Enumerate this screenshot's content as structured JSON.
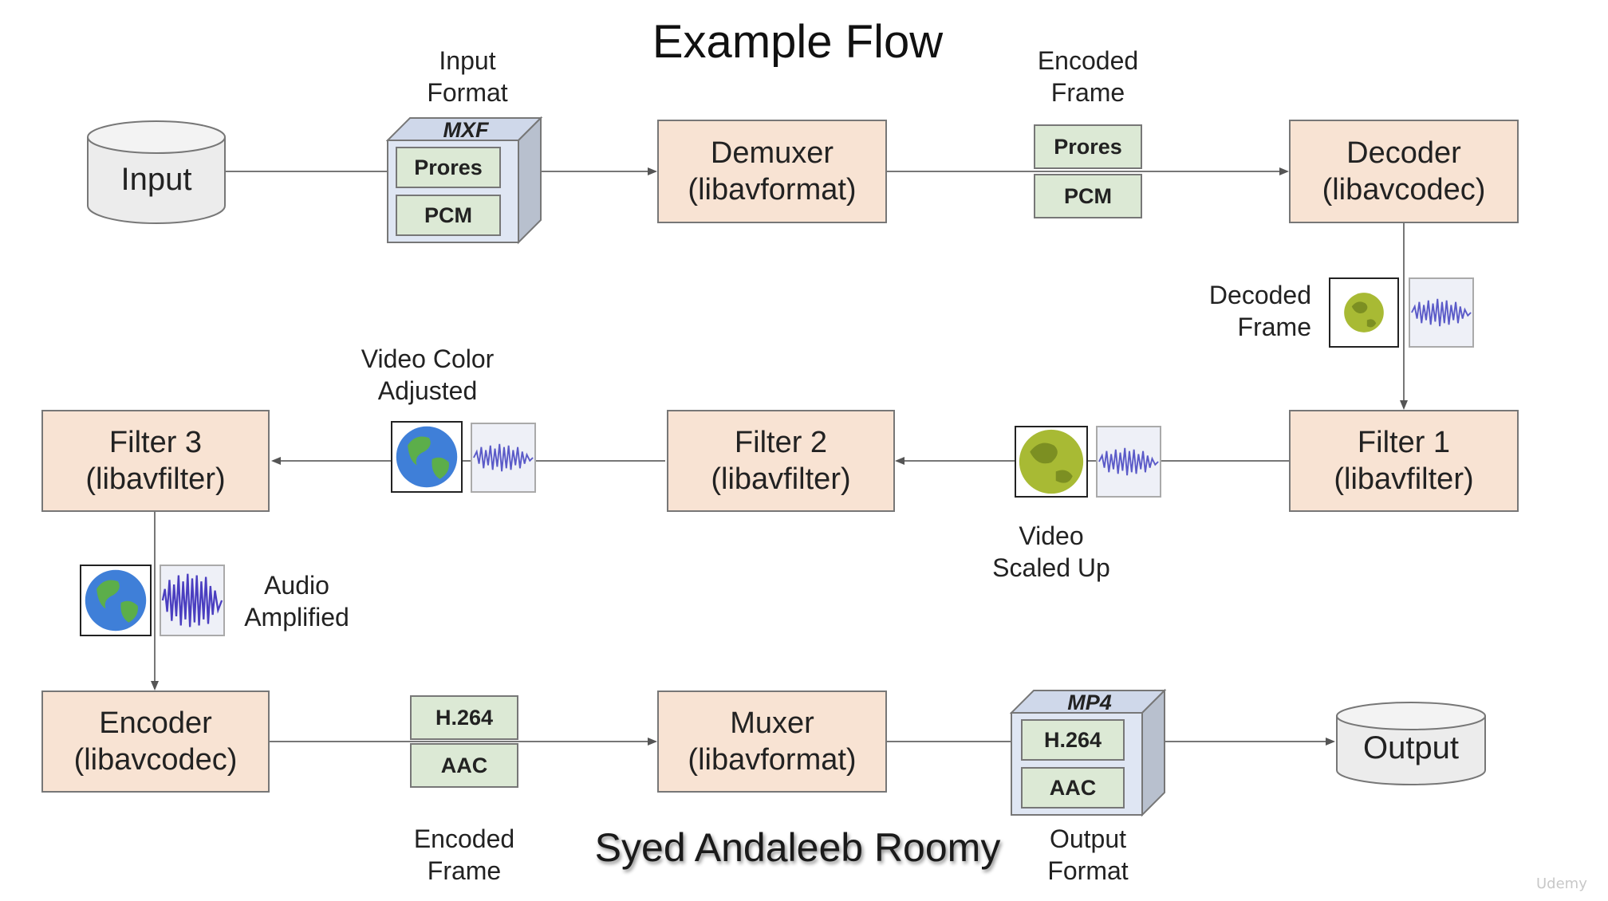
{
  "title": "Example Flow",
  "author": "Syed Andaleeb Roomy",
  "watermark": "Udemy",
  "storage": {
    "input": "Input",
    "output": "Output"
  },
  "containers": {
    "input_format": {
      "name": "MXF",
      "streams": [
        "Prores",
        "PCM"
      ],
      "caption": [
        "Input",
        "Format"
      ]
    },
    "output_format": {
      "name": "MP4",
      "streams": [
        "H.264",
        "AAC"
      ],
      "caption": [
        "Output",
        "Format"
      ]
    }
  },
  "stages": {
    "demuxer": [
      "Demuxer",
      "(libavformat)"
    ],
    "decoder": [
      "Decoder",
      "(libavcodec)"
    ],
    "filter1": [
      "Filter 1",
      "(libavfilter)"
    ],
    "filter2": [
      "Filter 2",
      "(libavfilter)"
    ],
    "filter3": [
      "Filter 3",
      "(libavfilter)"
    ],
    "encoder": [
      "Encoder",
      "(libavcodec)"
    ],
    "muxer": [
      "Muxer",
      "(libavformat)"
    ]
  },
  "packets": {
    "encoded_in": {
      "streams": [
        "Prores",
        "PCM"
      ],
      "caption": [
        "Encoded",
        "Frame"
      ]
    },
    "encoded_out": {
      "streams": [
        "H.264",
        "AAC"
      ],
      "caption": [
        "Encoded",
        "Frame"
      ]
    }
  },
  "frame_labels": {
    "decoded": [
      "Decoded",
      "Frame"
    ],
    "scaled": [
      "Video",
      "Scaled Up"
    ],
    "color": [
      "Video Color",
      "Adjusted"
    ],
    "amplified": [
      "Audio",
      "Amplified"
    ]
  },
  "icons": {
    "video_raw": "globe-yellow-icon",
    "video_color": "globe-earth-icon",
    "audio_wave": "waveform-icon",
    "audio_loud": "waveform-loud-icon"
  },
  "colors": {
    "stage_fill": "#f8e3d3",
    "stream_fill": "#dce9d5",
    "container_fill": "#dfe6f3",
    "arrow": "#666666"
  }
}
